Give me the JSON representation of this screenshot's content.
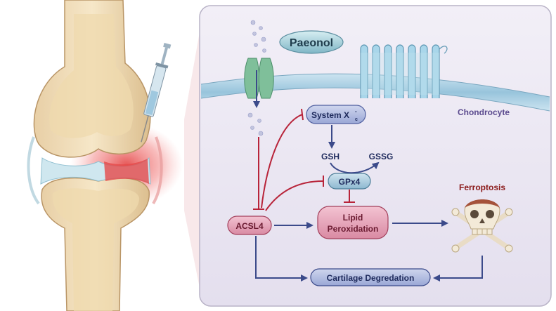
{
  "labels": {
    "drug": "Paeonol",
    "cell": "Chondrocyte",
    "system_x": "System X",
    "system_x_sup": "c",
    "system_x_minus": "-",
    "gsh": "GSH",
    "gssg": "GSSG",
    "gpx4": "GPx4",
    "acsl4": "ACSL4",
    "lipid_line1": "Lipid",
    "lipid_line2": "Peroxidation",
    "ferroptosis": "Ferroptosis",
    "cartilage": "Cartilage Degredation"
  },
  "colors": {
    "activation_arrow": "#3b4a8a",
    "inhibition_arrow": "#b8243a",
    "panel_bg": "#ece8f3",
    "membrane": "#a9d0e3",
    "ferroptosis_text": "#8b1a1a",
    "chondrocyte_text": "#5b4a8e"
  },
  "icons": [
    "knee-joint-illustration",
    "syringe-icon",
    "ion-channel-icon",
    "transmembrane-receptor-icon",
    "skull-crossbones-icon"
  ]
}
